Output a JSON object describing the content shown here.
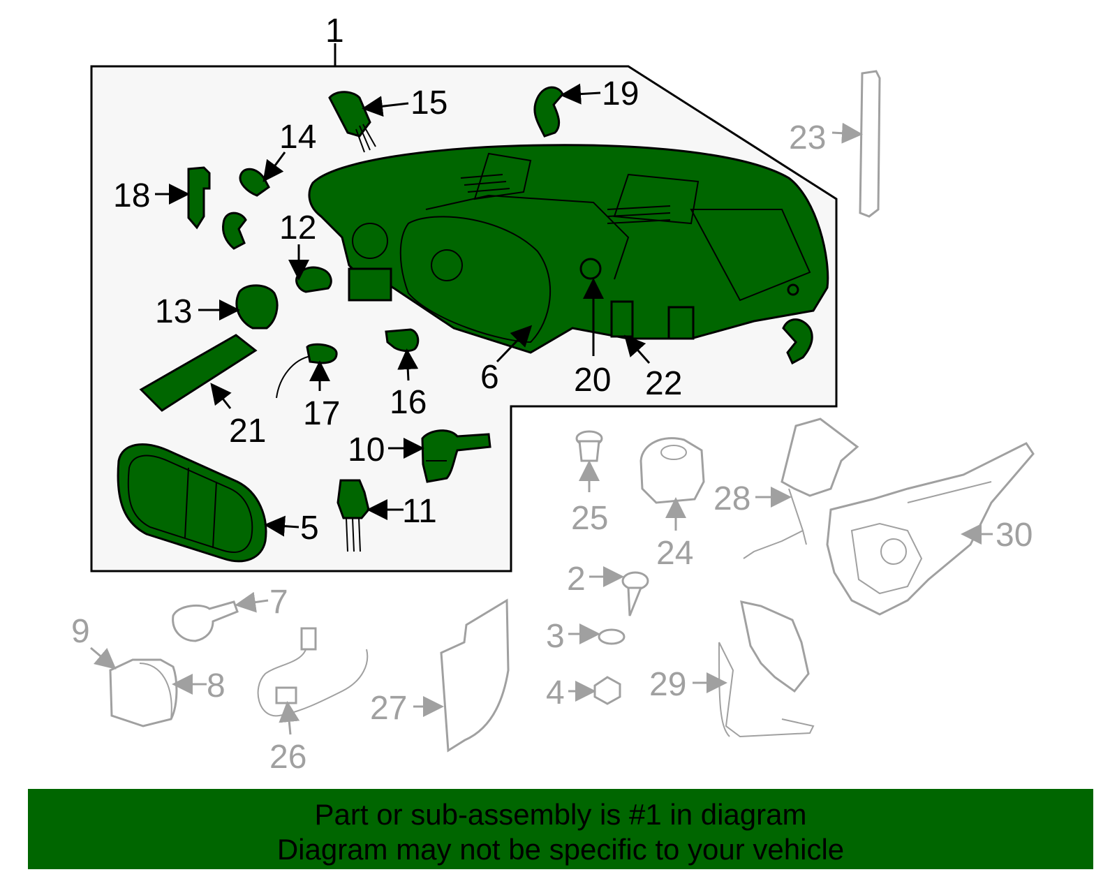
{
  "colors": {
    "highlight": "#006600",
    "inactive": "#a0a0a0",
    "panel": "#f7f7f7",
    "outline": "#000000"
  },
  "callouts": {
    "c1": "1",
    "c2": "2",
    "c3": "3",
    "c4": "4",
    "c5": "5",
    "c6": "6",
    "c7": "7",
    "c8": "8",
    "c9": "9",
    "c10": "10",
    "c11": "11",
    "c12": "12",
    "c13": "13",
    "c14": "14",
    "c15": "15",
    "c16": "16",
    "c17": "17",
    "c18": "18",
    "c19": "19",
    "c20": "20",
    "c21": "21",
    "c22": "22",
    "c23": "23",
    "c24": "24",
    "c25": "25",
    "c26": "26",
    "c27": "27",
    "c28": "28",
    "c29": "29",
    "c30": "30"
  },
  "banner": {
    "line1": "Part or sub-assembly is #1 in diagram",
    "line2": "Diagram may not be specific to your vehicle"
  }
}
